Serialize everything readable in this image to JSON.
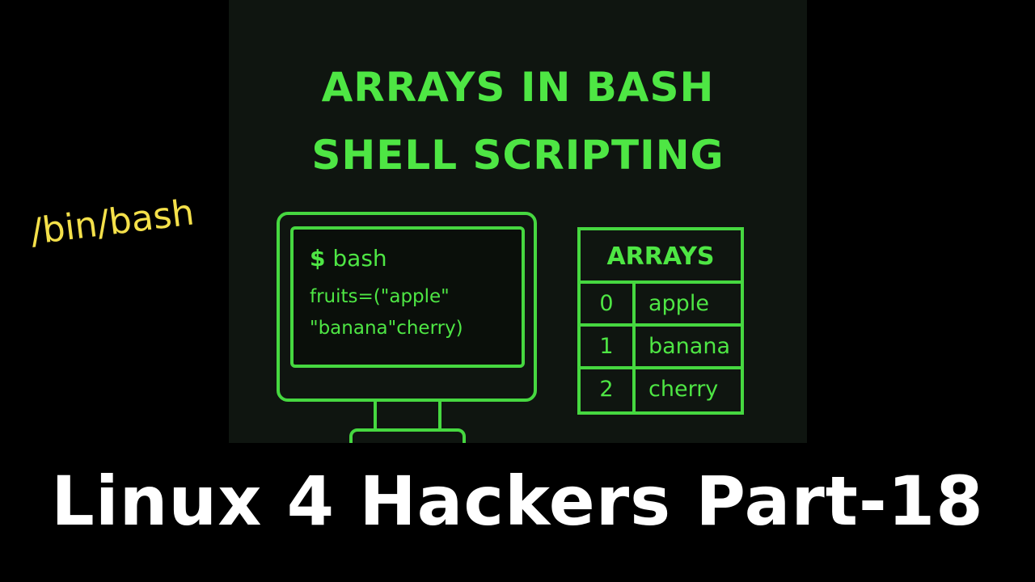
{
  "title": {
    "line1": "ARRAYS IN BASH",
    "line2": "SHELL SCRIPTING"
  },
  "tag": "/bin/bash",
  "terminal": {
    "prompt_symbol": "$",
    "prompt_command": "bash",
    "code_line1": "fruits=(\"apple\"",
    "code_line2": "\"banana\"cherry)"
  },
  "array_table": {
    "header": "ARRAYS",
    "rows": [
      {
        "index": "0",
        "value": "apple"
      },
      {
        "index": "1",
        "value": "banana"
      },
      {
        "index": "2",
        "value": "cherry"
      }
    ]
  },
  "banner": "Linux 4 Hackers Part-18",
  "colors": {
    "accent_green": "#4ee644",
    "tag_yellow": "#f4e04a",
    "banner_text": "#ffffff",
    "background": "#000000"
  }
}
